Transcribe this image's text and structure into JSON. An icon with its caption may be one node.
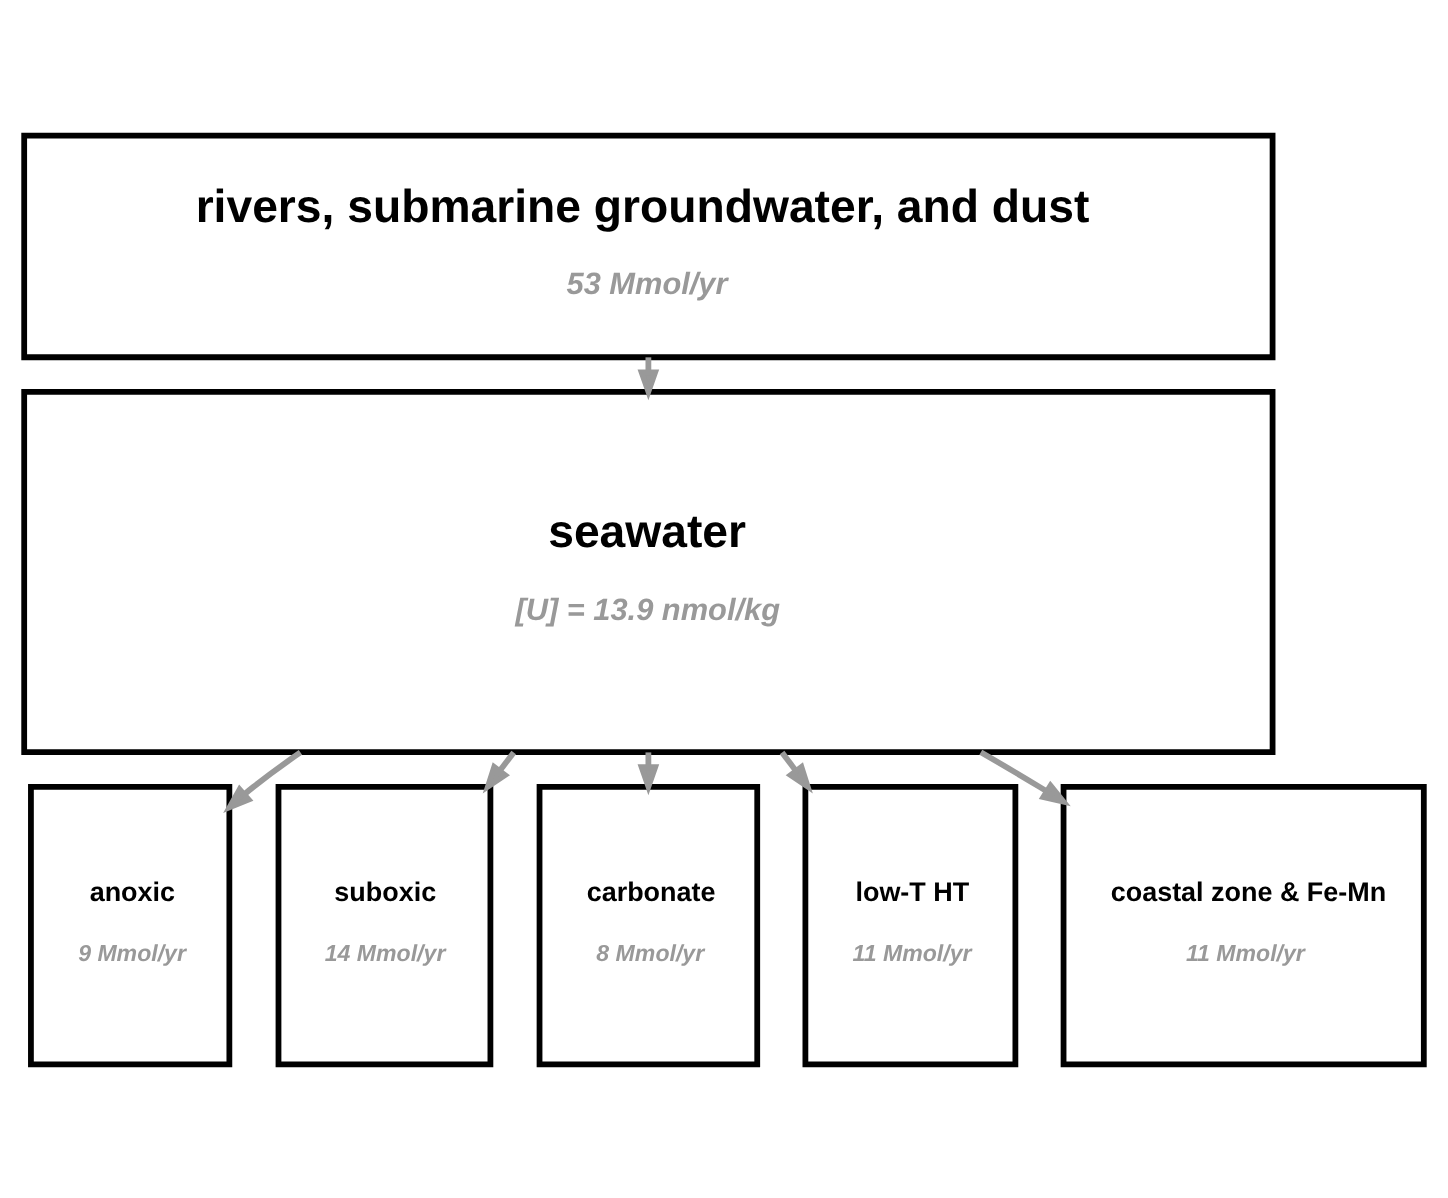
{
  "diagram": {
    "nodes": [
      {
        "text": [
          "rivers, submarine groundwater, and dust",
          "53 Mmol/yr"
        ]
      },
      {
        "text": [
          "seawater",
          "[U] = 13.9 nmol/kg"
        ]
      },
      {
        "text": [
          "anoxic",
          "9 Mmol/yr"
        ]
      },
      {
        "text": [
          "suboxic",
          "14 Mmol/yr"
        ]
      },
      {
        "text": [
          "carbonate",
          "8 Mmol/yr"
        ]
      },
      {
        "text": [
          "low-T HT",
          "11 Mmol/yr"
        ]
      },
      {
        "text": [
          "coastal zone & Fe-Mn",
          "11 Mmol/yr"
        ]
      }
    ],
    "edges": [
      {
        "from": 0,
        "to": 1,
        "arrow": "to"
      },
      {
        "from": 1,
        "to": 2,
        "arrow": "to"
      },
      {
        "from": 1,
        "to": 3,
        "arrow": "to"
      },
      {
        "from": 1,
        "to": 4,
        "arrow": "to"
      },
      {
        "from": 1,
        "to": 5,
        "arrow": "to"
      },
      {
        "from": 1,
        "to": 6,
        "arrow": "to"
      }
    ]
  }
}
